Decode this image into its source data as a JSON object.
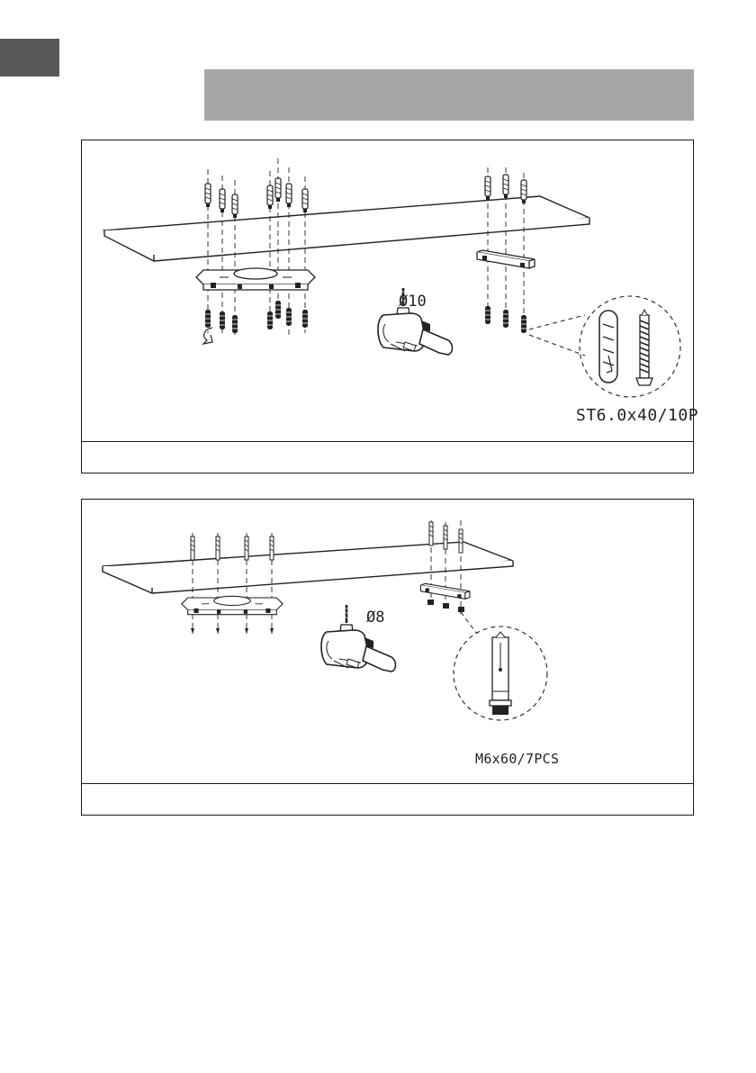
{
  "panel_1": {
    "drill_diameter": "Ø10",
    "screw_spec": "ST6.0x40/10P"
  },
  "panel_2": {
    "drill_diameter": "Ø8",
    "bolt_spec": "M6x60/7PCS"
  },
  "icons": [
    "drill-icon",
    "wall-plug-icon",
    "screw-icon",
    "anchor-bolt-icon",
    "rotate-arrow-icon"
  ]
}
